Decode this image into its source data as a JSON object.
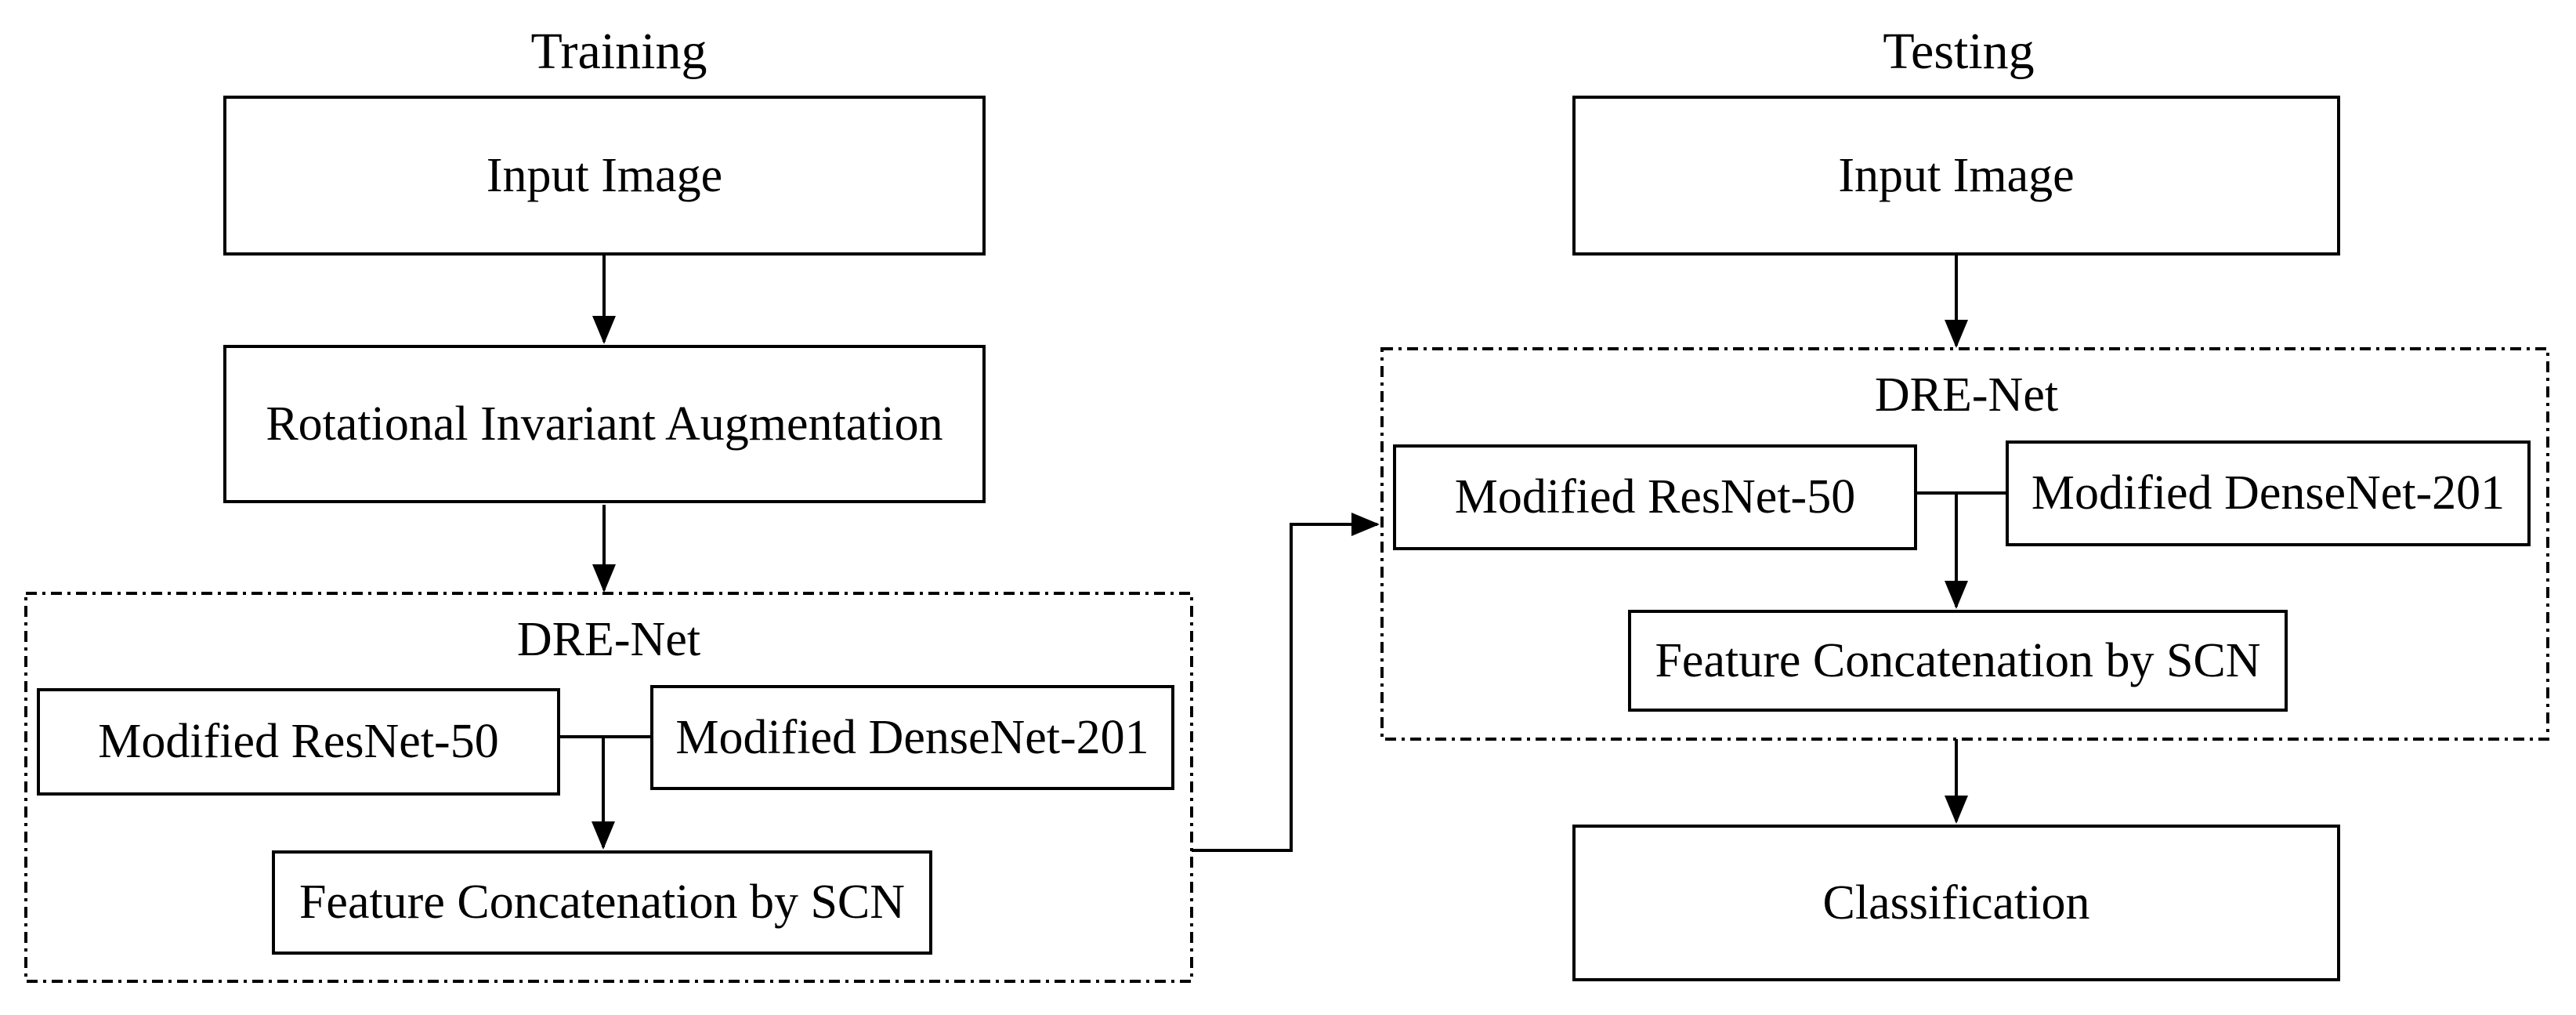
{
  "figure": {
    "background_color": "#ffffff",
    "line_color": "#000000",
    "box_fill_color": "#ffffff",
    "training": {
      "title": "Training",
      "input_box": "Input Image",
      "augmentation_box": "Rotational Invariant Augmentation",
      "dre_net_label": "DRE-Net",
      "resnet_box": "Modified ResNet-50",
      "densenet_box": "Modified DenseNet-201",
      "fusion_box": "Feature Concatenation by SCN"
    },
    "testing": {
      "title": "Testing",
      "input_box": "Input Image",
      "dre_net_label": "DRE-Net",
      "resnet_box": "Modified ResNet-50",
      "densenet_box": "Modified DenseNet-201",
      "fusion_box": "Feature Concatenation by SCN",
      "classification_box": "Classification"
    }
  }
}
